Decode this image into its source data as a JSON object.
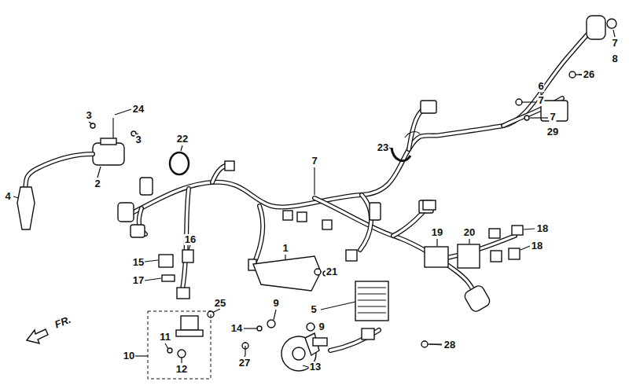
{
  "diagram": {
    "labels": [
      "7",
      "8",
      "26",
      "6",
      "7",
      "7",
      "29",
      "24",
      "3",
      "3",
      "22",
      "23",
      "7",
      "2",
      "4",
      "18",
      "19",
      "20",
      "16",
      "18",
      "1",
      "15",
      "21",
      "17",
      "9",
      "25",
      "5",
      "FR.",
      "9",
      "14",
      "11",
      "28",
      "10",
      "27",
      "13",
      "12"
    ]
  }
}
